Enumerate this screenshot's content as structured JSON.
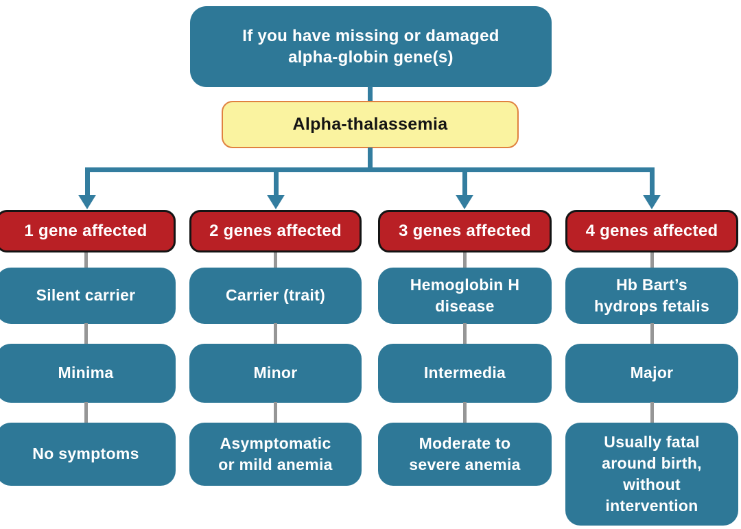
{
  "diagram": {
    "root_label": "If you have missing or damaged\nalpha-globin gene(s)",
    "condition_label": "Alpha-thalassemia",
    "columns": [
      {
        "header": "1 gene affected",
        "classification": "Silent carrier",
        "severity": "Minima",
        "symptoms": "No symptoms"
      },
      {
        "header": "2 genes affected",
        "classification": "Carrier (trait)",
        "severity": "Minor",
        "symptoms": "Asymptomatic\nor mild anemia"
      },
      {
        "header": "3 genes affected",
        "classification": "Hemoglobin H\ndisease",
        "severity": "Intermedia",
        "symptoms": "Moderate to\nsevere anemia"
      },
      {
        "header": "4 genes affected",
        "classification": "Hb Bart’s\nhydrops fetalis",
        "severity": "Major",
        "symptoms": "Usually fatal\naround birth,\nwithout\nintervention"
      }
    ],
    "colors": {
      "node_blue": "#2e7897",
      "node_red": "#b92025",
      "red_border": "#141414",
      "node_yellow": "#faf3a0",
      "yellow_border": "#e08140",
      "connector_teal": "#337d9f",
      "connector_gray": "#969696",
      "text_light": "#ffffff",
      "text_dark": "#141414"
    }
  }
}
